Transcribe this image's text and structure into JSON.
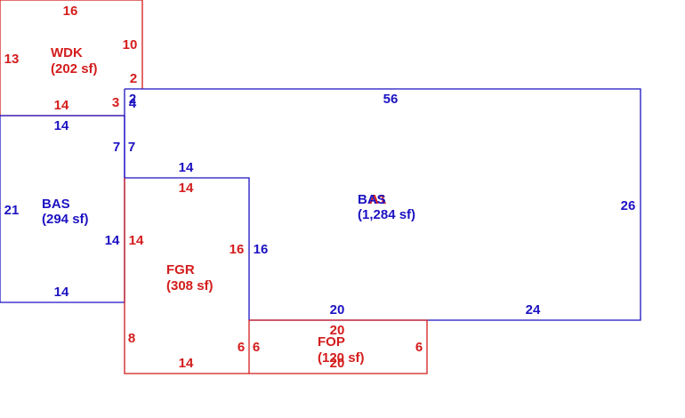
{
  "colors": {
    "blue": "#1c12c2",
    "red": "#d41c1c"
  },
  "areas": [
    {
      "code": "WDK",
      "area": "(202 sf)",
      "color": "red"
    },
    {
      "code": "BAS",
      "area": "(294 sf)",
      "color": "blue"
    },
    {
      "code": "BAS",
      "area": "(1,284 sf)",
      "color": "blue"
    },
    {
      "code": "FGR",
      "area": "(308 sf)",
      "color": "red"
    },
    {
      "code": "FOP",
      "area": "(120 sf)",
      "color": "red"
    }
  ],
  "overlap_label": "A1",
  "dimensions": [
    {
      "value": "16",
      "color": "red"
    },
    {
      "value": "13",
      "color": "red"
    },
    {
      "value": "10",
      "color": "red"
    },
    {
      "value": "2",
      "color": "red"
    },
    {
      "value": "14",
      "color": "red"
    },
    {
      "value": "3",
      "color": "red"
    },
    {
      "value": "2",
      "color": "blue"
    },
    {
      "value": "4",
      "color": "blue"
    },
    {
      "value": "56",
      "color": "blue"
    },
    {
      "value": "14",
      "color": "blue"
    },
    {
      "value": "7",
      "color": "blue"
    },
    {
      "value": "7",
      "color": "blue"
    },
    {
      "value": "14",
      "color": "blue"
    },
    {
      "value": "14",
      "color": "red"
    },
    {
      "value": "21",
      "color": "blue"
    },
    {
      "value": "26",
      "color": "blue"
    },
    {
      "value": "14",
      "color": "blue"
    },
    {
      "value": "14",
      "color": "red"
    },
    {
      "value": "16",
      "color": "red"
    },
    {
      "value": "16",
      "color": "blue"
    },
    {
      "value": "14",
      "color": "blue"
    },
    {
      "value": "20",
      "color": "blue"
    },
    {
      "value": "24",
      "color": "blue"
    },
    {
      "value": "20",
      "color": "red"
    },
    {
      "value": "8",
      "color": "red"
    },
    {
      "value": "6",
      "color": "red"
    },
    {
      "value": "6",
      "color": "red"
    },
    {
      "value": "6",
      "color": "red"
    },
    {
      "value": "14",
      "color": "red"
    },
    {
      "value": "20",
      "color": "red"
    }
  ]
}
